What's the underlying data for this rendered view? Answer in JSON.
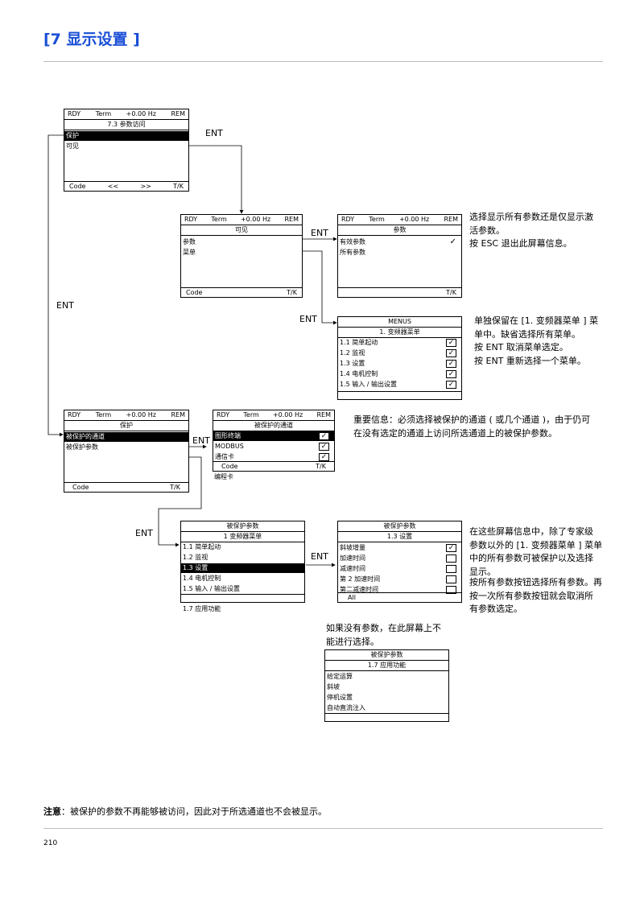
{
  "page": {
    "title": "[7 显示设置 ]",
    "page_number": "210"
  },
  "labels": {
    "ent": "ENT"
  },
  "status": {
    "rdy": "RDY",
    "term": "Term",
    "freq": "+0.00 Hz",
    "rem": "REM"
  },
  "footer": {
    "code": "Code",
    "prev": "<<",
    "next": ">>",
    "tk": "T/K"
  },
  "screen1": {
    "title": "7.3 参数访问",
    "items": [
      "保护",
      "可见"
    ]
  },
  "screen2": {
    "title": "可见",
    "items": [
      "参数",
      "菜单"
    ]
  },
  "screen3": {
    "title": "参数",
    "items": [
      "有效参数",
      "所有参数"
    ],
    "check": "✓"
  },
  "screen4": {
    "header": "MENUS",
    "title": "1. 变频器菜单",
    "items": [
      "1.1 简单起动",
      "1.2 监视",
      "1.3 设置",
      "1.4 电机控制",
      "1.5 输入 / 输出设置"
    ]
  },
  "screen5": {
    "title": "保护",
    "items": [
      "被保护的通道",
      "被保护参数"
    ]
  },
  "screen6": {
    "title": "被保护的通道",
    "items": [
      "图形终端",
      "MODBUS",
      "通信卡"
    ],
    "below": "编程卡"
  },
  "screen7": {
    "header": "被保护参数",
    "title": "1 变频器菜单",
    "items": [
      "1.1 简单起动",
      "1.2 监视",
      "1.3 设置",
      "1.4 电机控制",
      "1.5 输入 / 输出设置"
    ],
    "below": "1.7 应用功能"
  },
  "screen8": {
    "header": "被保护参数",
    "title": "1.3 设置",
    "items": [
      "斜坡增量",
      "加速时间",
      "减速时间",
      "第 2 加速时间",
      "第二减速时间"
    ],
    "all": "All"
  },
  "screen9": {
    "header": "被保护参数",
    "title": "1.7 应用功能",
    "items": [
      "给定运算",
      "斜坡",
      "停机设置",
      "自动直流注入"
    ]
  },
  "notes": {
    "n1": [
      "选择显示所有参数还是仅显示激",
      "活参数。",
      "按 ESC 退出此屏幕信息。"
    ],
    "n2": [
      "单独保留在 [1. 变频器菜单 ] 菜",
      "单中。缺省选择所有菜单。",
      "按 ENT 取消菜单选定。",
      "按 ENT 重新选择一个菜单。"
    ],
    "n3": [
      "重要信息：必须选择被保护的通道 ( 或几个通道 )，由于仍可",
      "在没有选定的通道上访问所选通道上的被保护参数。"
    ],
    "n4": [
      "在这些屏幕信息中，除了专家级",
      "参数以外的 [1. 变频器菜单 ] 菜单",
      "中的所有参数可被保护以及选择",
      "显示。"
    ],
    "n5": [
      "按所有参数按钮选择所有参数。再",
      "按一次所有参数按钮就会取消所",
      "有参数选定。"
    ],
    "n6": [
      "如果没有参数，在此屏幕上不",
      "能进行选择。"
    ],
    "bottom_label": "注意",
    "bottom_text": "：被保护的参数不再能够被访问，因此对于所选通道也不会被显示。"
  }
}
